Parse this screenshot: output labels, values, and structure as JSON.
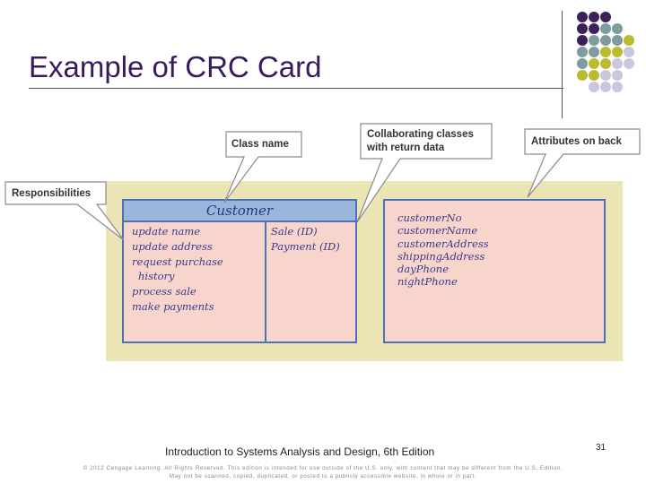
{
  "slide": {
    "title": "Example of CRC Card",
    "footer": "Introduction to Systems Analysis and Design, 6th Edition",
    "page_number": "31",
    "copyright_line1": "© 2012 Cengage Learning. All Rights Reserved. This edition is intended for use outside of the U.S. only, with content that may be different from the U.S. Edition.",
    "copyright_line2": "May not be scanned, copied, duplicated, or posted to a publicly accessible website, in whole or in part."
  },
  "colors": {
    "title": "#3a1a5e",
    "panel": "#ebe5b5",
    "card": "#f8d5cc",
    "card_border": "#4a72b4",
    "card_header": "#9cb5dc",
    "dot_purple": "#3d1f5a",
    "dot_teal": "#7e9c9f",
    "dot_olive": "#bcbb2f",
    "dot_lavender": "#c9c6de"
  },
  "callouts": {
    "class_name": "Class name",
    "collaborating": [
      "Collaborating classes",
      "with return data"
    ],
    "attributes": "Attributes on back",
    "responsibilities": "Responsibilities"
  },
  "card": {
    "class_name": "Customer",
    "responsibilities": [
      "update name",
      "update address",
      "request purchase",
      "history",
      "process sale",
      "make payments"
    ],
    "collaborators": [
      "Sale (ID)",
      "Payment (ID)"
    ],
    "attributes": [
      "customerNo",
      "customerName",
      "customerAddress",
      "shippingAddress",
      "dayPhone",
      "nightPhone"
    ]
  }
}
